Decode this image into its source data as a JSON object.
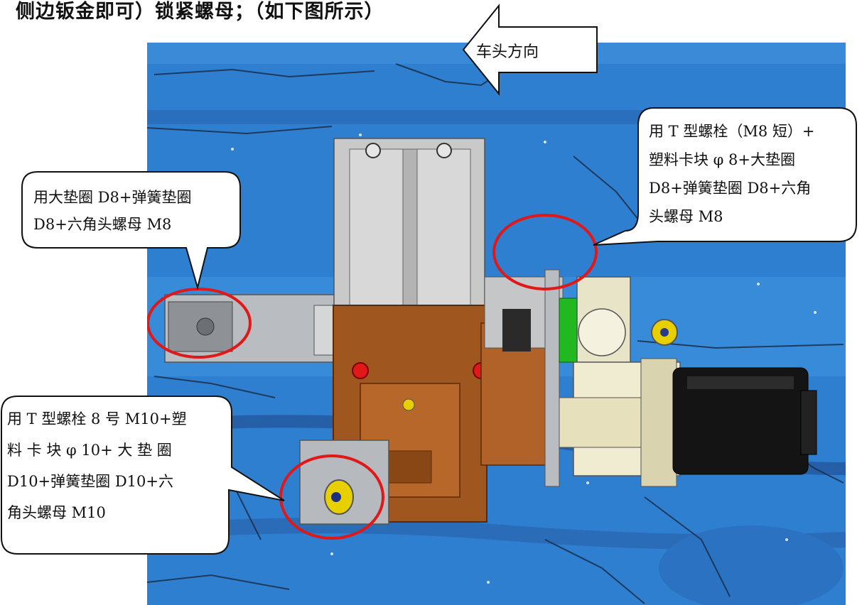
{
  "heading": "侧边钣金即可）锁紧螺母；（如下图所示）",
  "direction_label": "车头方向",
  "callouts": {
    "top_right": {
      "lines": [
        "用 T 型螺栓（M8 短）+",
        "塑料卡块 φ 8+大垫圈",
        "D8+弹簧垫圈  D8+六角",
        "头螺母 M8"
      ]
    },
    "left": {
      "lines": [
        "用大垫圈 D8+弹簧垫圈",
        "D8+六角头螺母 M8"
      ]
    },
    "bottom_left": {
      "lines": [
        "用 T 型螺栓 8 号 M10+塑",
        "料 卡 块 φ 10+ 大 垫 圈",
        "D10+弹簧垫圈  D10+六",
        "角头螺母 M10"
      ]
    }
  },
  "colors": {
    "body_blue": "#2f7fd0",
    "bracket_brown": "#a0561f",
    "bracket_grey": "#c9c9c9",
    "highlight_red": "#e01818",
    "motor_black": "#141414",
    "fitting_yellow": "#e8d000",
    "fitting_green": "#22b822"
  }
}
